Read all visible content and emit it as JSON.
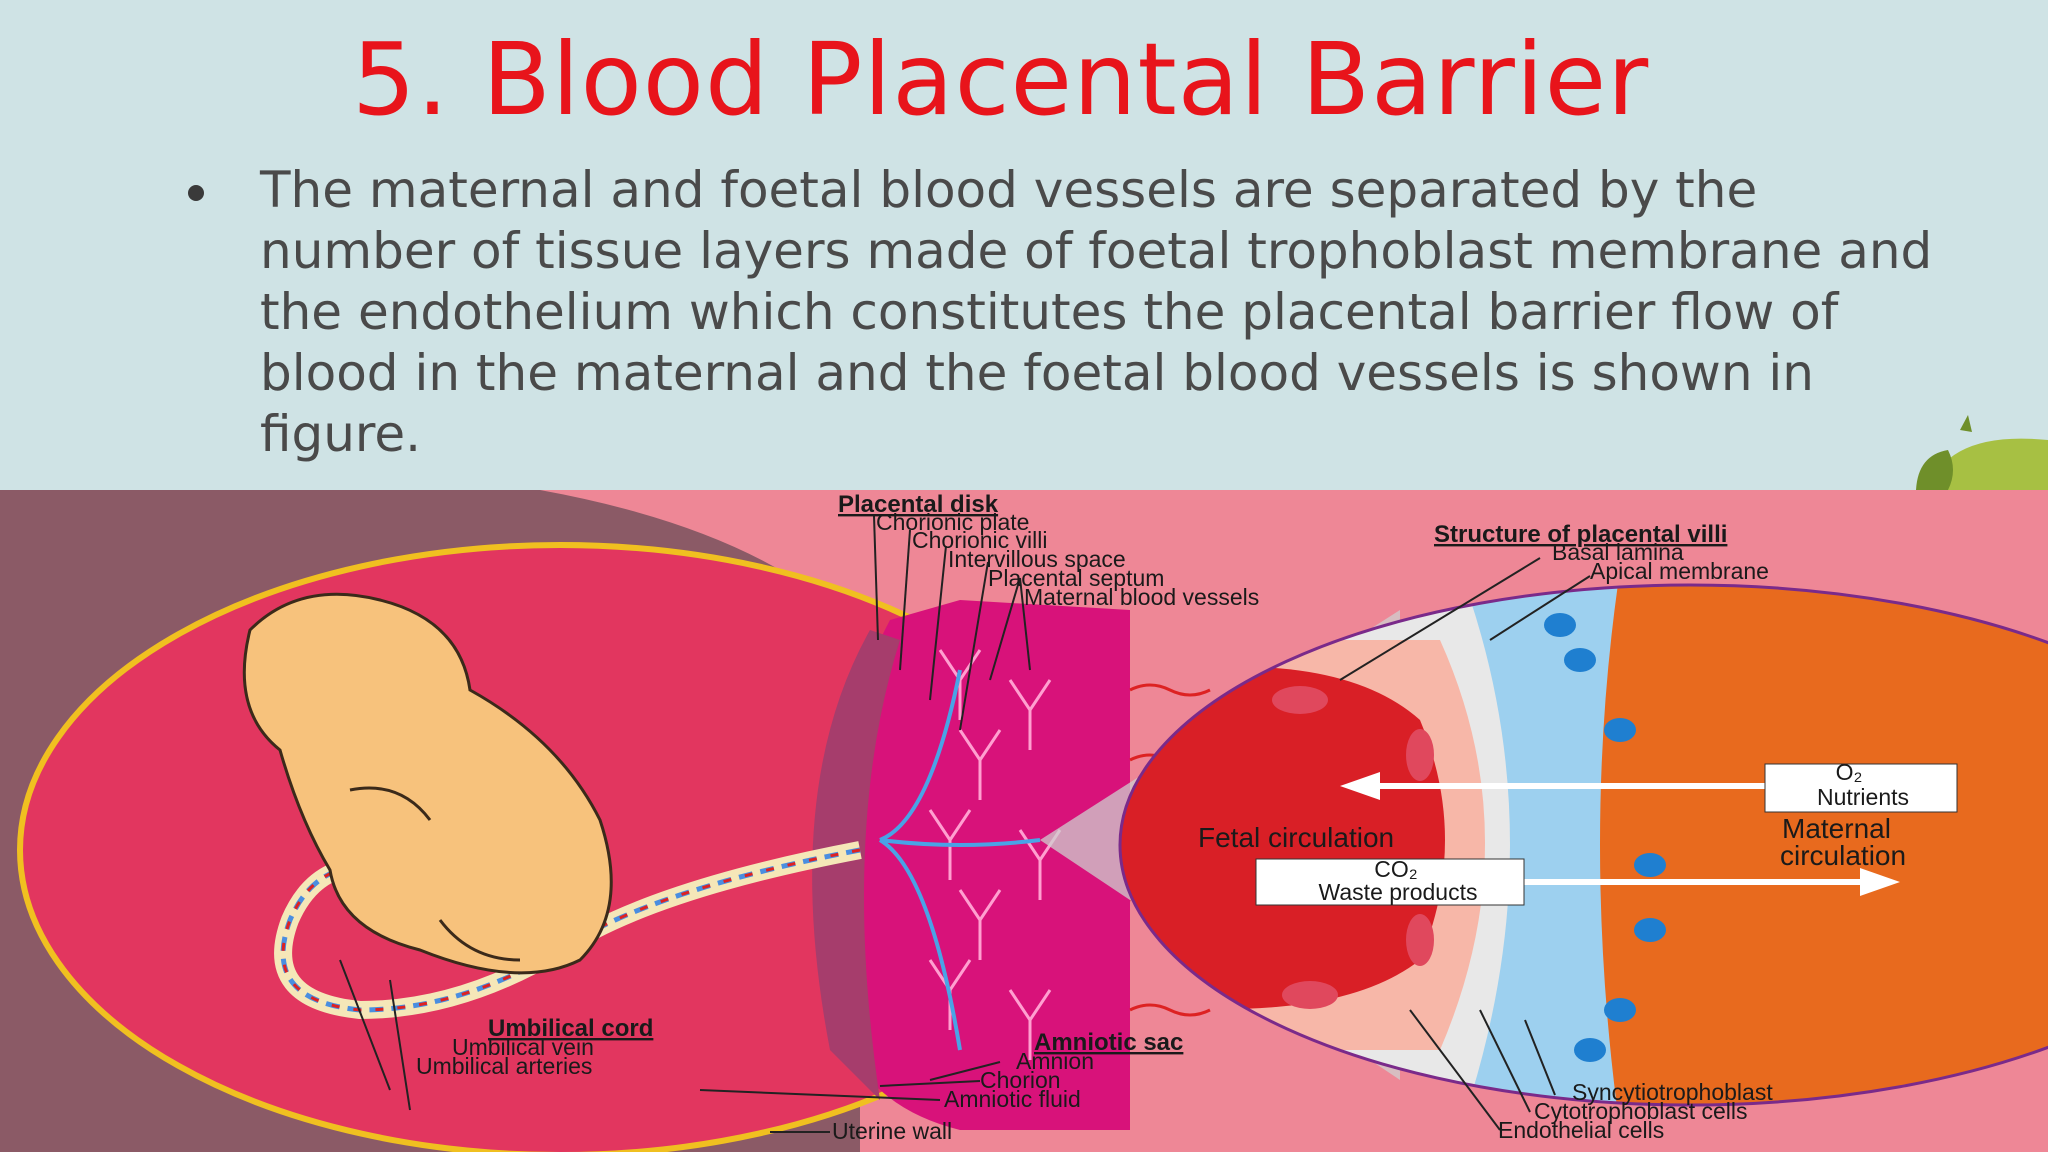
{
  "slide": {
    "title": "5. Blood Placental Barrier",
    "bullet_lines": [
      "The maternal and foetal blood vessels are separated by the",
      "number of tissue layers made of foetal trophoblast membrane and",
      "the endothelium which constitutes the placental barrier flow of",
      "blood in the maternal and the foetal blood vessels is shown in",
      "figure."
    ]
  },
  "diagram": {
    "placental_disk": {
      "heading": "Placental disk",
      "items": [
        "Chorionic plate",
        "Chorionic villi",
        "Intervillous space",
        "Placental septum",
        "Maternal blood vessels"
      ]
    },
    "villi_structure": {
      "heading": "Structure of placental villi",
      "items": [
        "Basal lamina",
        "Apical membrane"
      ]
    },
    "umbilical": {
      "heading": "Umbilical cord",
      "items": [
        "Umbilical vein",
        "Umbilical arteries"
      ]
    },
    "amniotic": {
      "heading": "Amniotic sac",
      "items": [
        "Amnion",
        "Chorion",
        "Amniotic fluid"
      ]
    },
    "uterine_wall": "Uterine wall",
    "cells": [
      "Syncytiotrophoblast",
      "Cytotrophoblast cells",
      "Endothelial cells"
    ],
    "fetal_circulation": "Fetal circulation",
    "maternal_circulation": [
      "Maternal",
      "circulation"
    ],
    "box_in": [
      "O₂",
      "Nutrients"
    ],
    "box_out": [
      "CO₂",
      "Waste products"
    ]
  }
}
